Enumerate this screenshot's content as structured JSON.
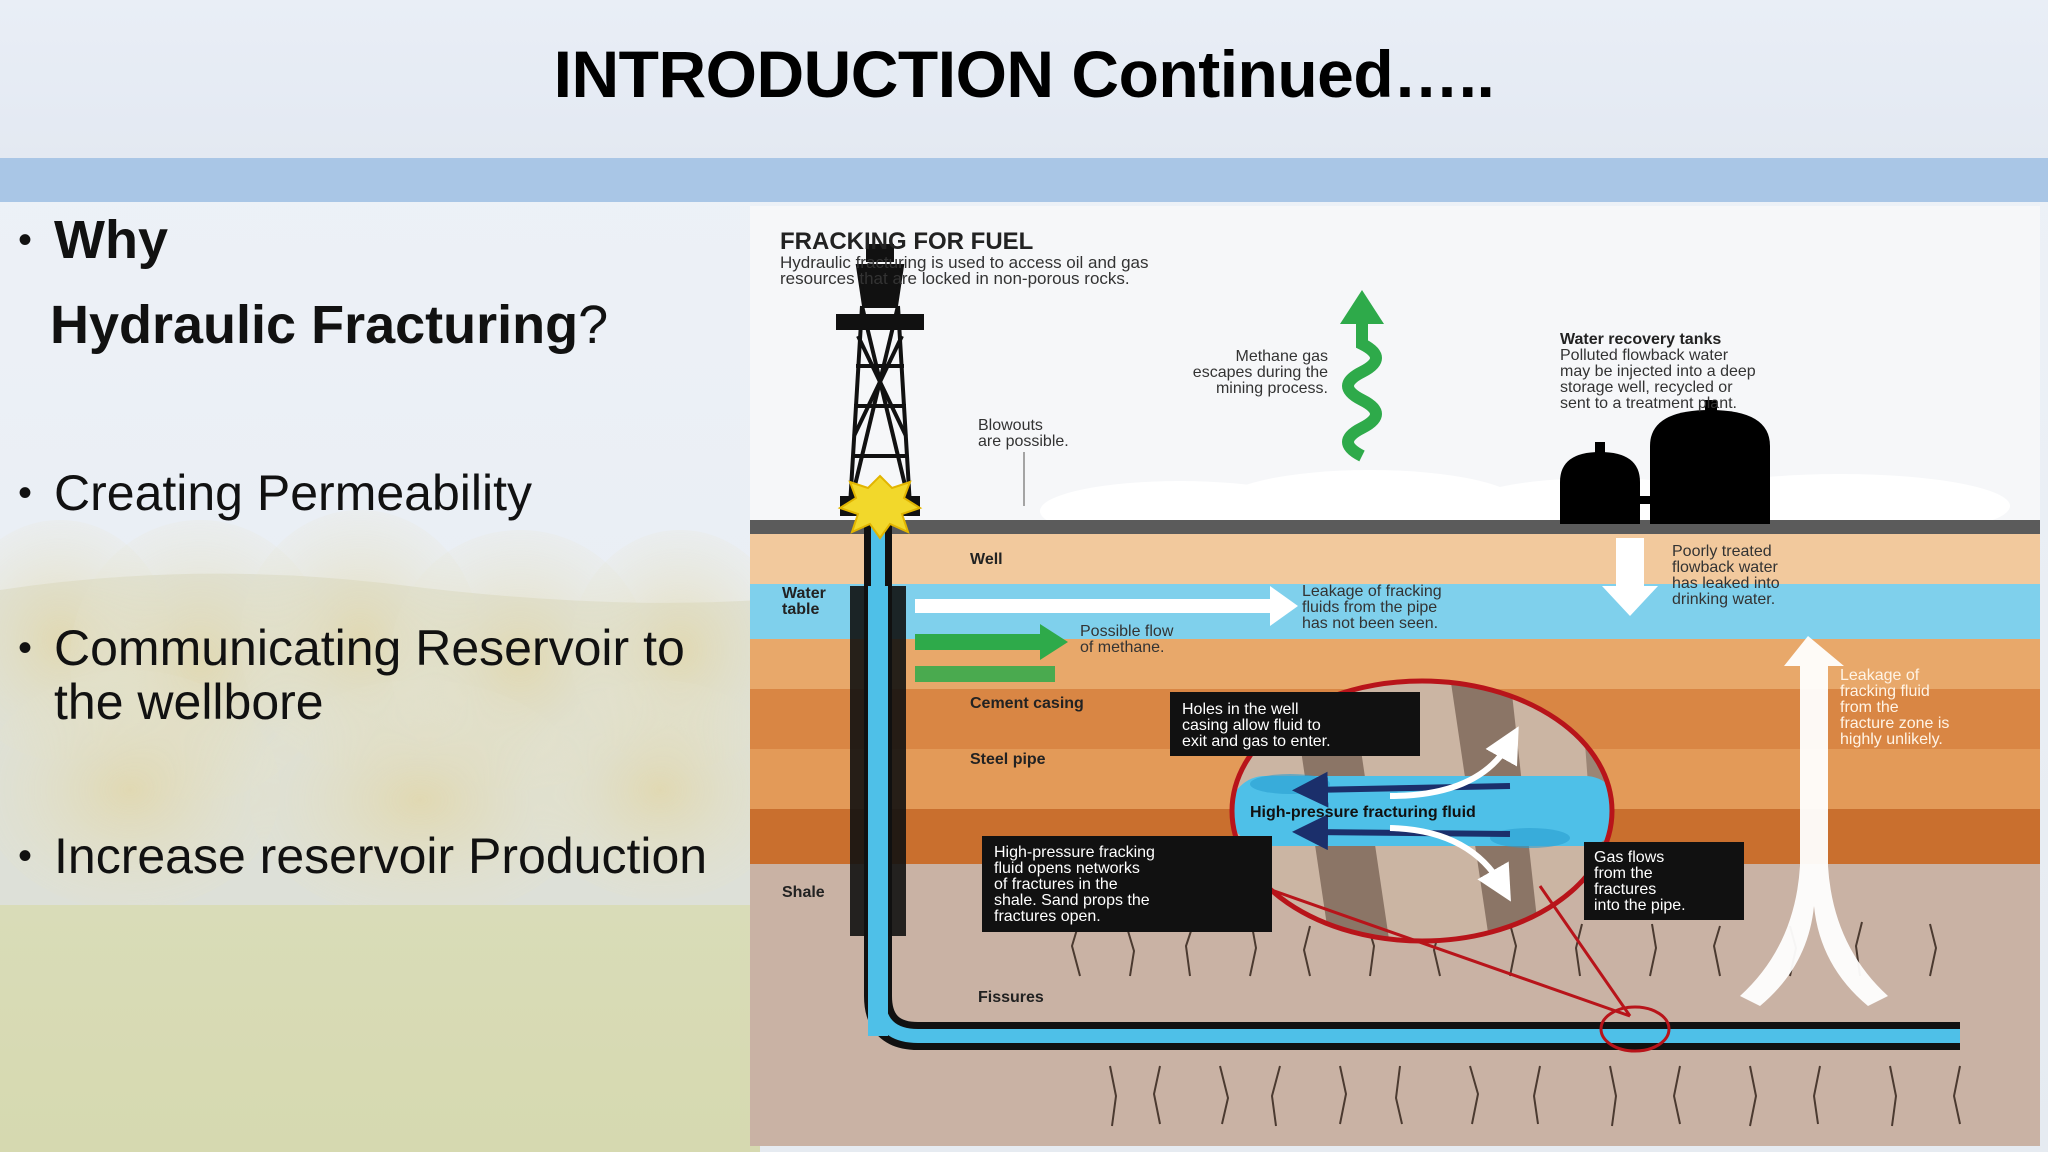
{
  "slide": {
    "title": "INTRODUCTION Continued…..",
    "bullets": {
      "why_line1": "Why",
      "why_line2": "Hydraulic Fracturing",
      "why_qmark": "?",
      "b2": "Creating Permeability",
      "b3_line1": "Communicating Reservoir to",
      "b3_line2": "the wellbore",
      "b4": "Increase reservoir Production",
      "bullet_char": "•"
    }
  },
  "diagram": {
    "heading": "FRACKING FOR FUEL",
    "subheading_line1": "Hydraulic fracturing is used to access oil and gas",
    "subheading_line2": "resources that are locked in non-porous rocks.",
    "methane": [
      "Methane gas",
      "escapes during the",
      "mining process."
    ],
    "blowouts": [
      "Blowouts",
      "are possible."
    ],
    "tanks_title": "Water recovery tanks",
    "tanks_text": [
      "Polluted flowback water",
      "may be injected into a deep",
      "storage well, recycled or",
      "sent to a treatment plant."
    ],
    "poorly": [
      "Poorly treated",
      "flowback water",
      "has leaked into",
      "drinking water."
    ],
    "well": "Well",
    "water_table": [
      "Water",
      "table"
    ],
    "leakage_pipe": [
      "Leakage of fracking",
      "fluids from the pipe",
      "has not been seen."
    ],
    "possible_flow": [
      "Possible flow",
      "of methane."
    ],
    "leakage_zone": [
      "Leakage of",
      "fracking fluid",
      "from the",
      "fracture zone is",
      "highly unlikely."
    ],
    "cement_casing": "Cement casing",
    "steel_pipe": "Steel pipe",
    "holes": [
      "Holes in the well",
      "casing allow fluid to",
      "exit and gas to enter."
    ],
    "hp_fluid": "High-pressure fracturing fluid",
    "hp_desc": [
      "High-pressure fracking",
      "fluid opens networks",
      "of fractures in the",
      "shale. Sand props the",
      "fractures open."
    ],
    "gas_flows": [
      "Gas flows",
      "from the",
      "fractures",
      "into the pipe."
    ],
    "shale": "Shale",
    "fissures": "Fissures",
    "colors": {
      "sky": "#f4f6f9",
      "ground_surface": "#5b5b5b",
      "soil_light": "#f2c99d",
      "water": "#7fd0ec",
      "rock_orange": "#e39a58",
      "rock_dark": "#c96f2e",
      "shale": "#c9b2a4",
      "pipe_blue": "#4ec0e8",
      "methane_green": "#2eaa4a",
      "zoom_red": "#b8141a"
    }
  }
}
